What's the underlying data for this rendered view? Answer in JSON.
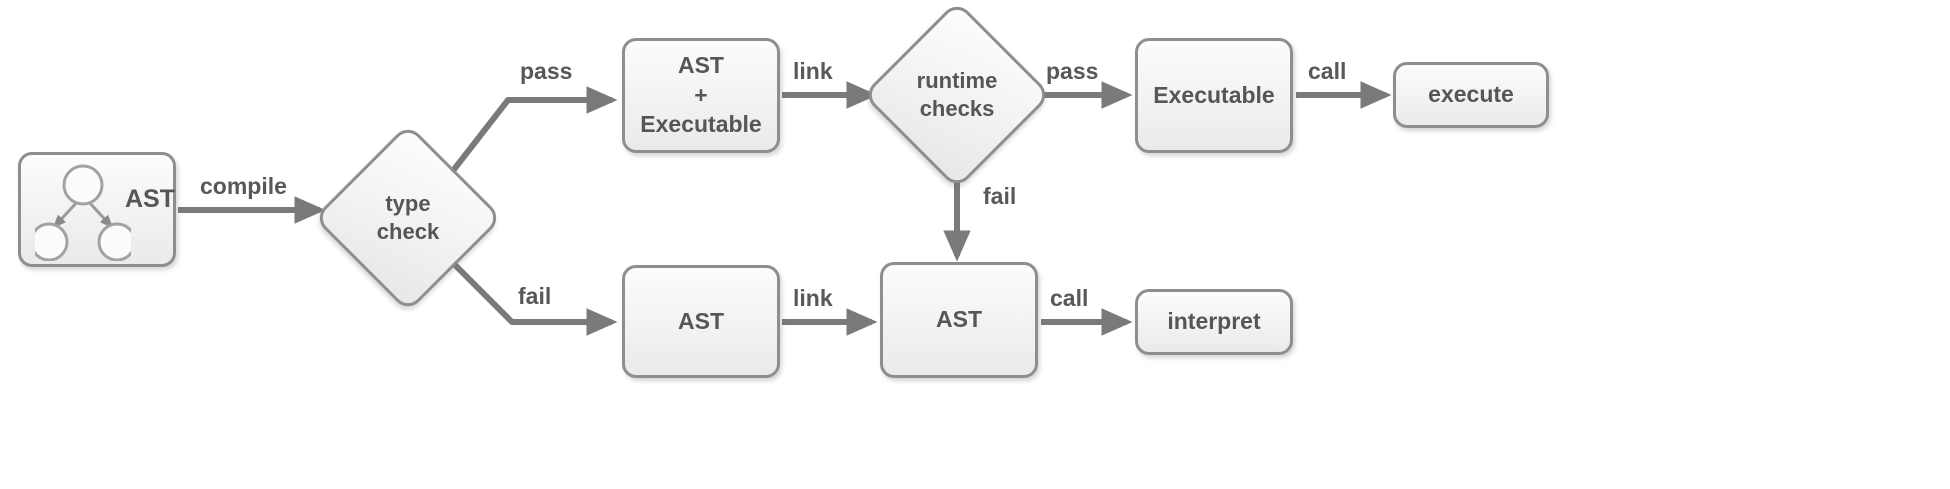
{
  "diagram": {
    "title": "Compilation and execution pipeline flowchart",
    "theme": {
      "stroke": "#8e8e8e",
      "text": "#565656",
      "edge": "#7a7a7a",
      "fill_top": "#fcfcfc",
      "fill_bottom": "#e8e8e8",
      "background": "#ffffff"
    },
    "nodes": [
      {
        "id": "ast_input",
        "type": "rounded-rect",
        "label": "AST",
        "icon": "ast-tree-icon"
      },
      {
        "id": "type_check",
        "type": "diamond",
        "label": "type\ncheck"
      },
      {
        "id": "ast_executable",
        "type": "rounded-rect",
        "label": "AST\n+\nExecutable"
      },
      {
        "id": "runtime_checks",
        "type": "diamond",
        "label": "runtime\nchecks"
      },
      {
        "id": "executable",
        "type": "rounded-rect",
        "label": "Executable"
      },
      {
        "id": "execute",
        "type": "rounded-rect",
        "label": "execute"
      },
      {
        "id": "ast_fail",
        "type": "rounded-rect",
        "label": "AST"
      },
      {
        "id": "ast_linked",
        "type": "rounded-rect",
        "label": "AST"
      },
      {
        "id": "interpret",
        "type": "rounded-rect",
        "label": "interpret"
      }
    ],
    "edges": [
      {
        "id": "e1",
        "from": "ast_input",
        "to": "type_check",
        "label": "compile"
      },
      {
        "id": "e2",
        "from": "type_check",
        "to": "ast_executable",
        "label": "pass"
      },
      {
        "id": "e3",
        "from": "ast_executable",
        "to": "runtime_checks",
        "label": "link"
      },
      {
        "id": "e4",
        "from": "runtime_checks",
        "to": "executable",
        "label": "pass"
      },
      {
        "id": "e5",
        "from": "executable",
        "to": "execute",
        "label": "call"
      },
      {
        "id": "e6",
        "from": "runtime_checks",
        "to": "ast_linked",
        "label": "fail"
      },
      {
        "id": "e7",
        "from": "type_check",
        "to": "ast_fail",
        "label": "fail"
      },
      {
        "id": "e8",
        "from": "ast_fail",
        "to": "ast_linked",
        "label": "link"
      },
      {
        "id": "e9",
        "from": "ast_linked",
        "to": "interpret",
        "label": "call"
      }
    ]
  }
}
